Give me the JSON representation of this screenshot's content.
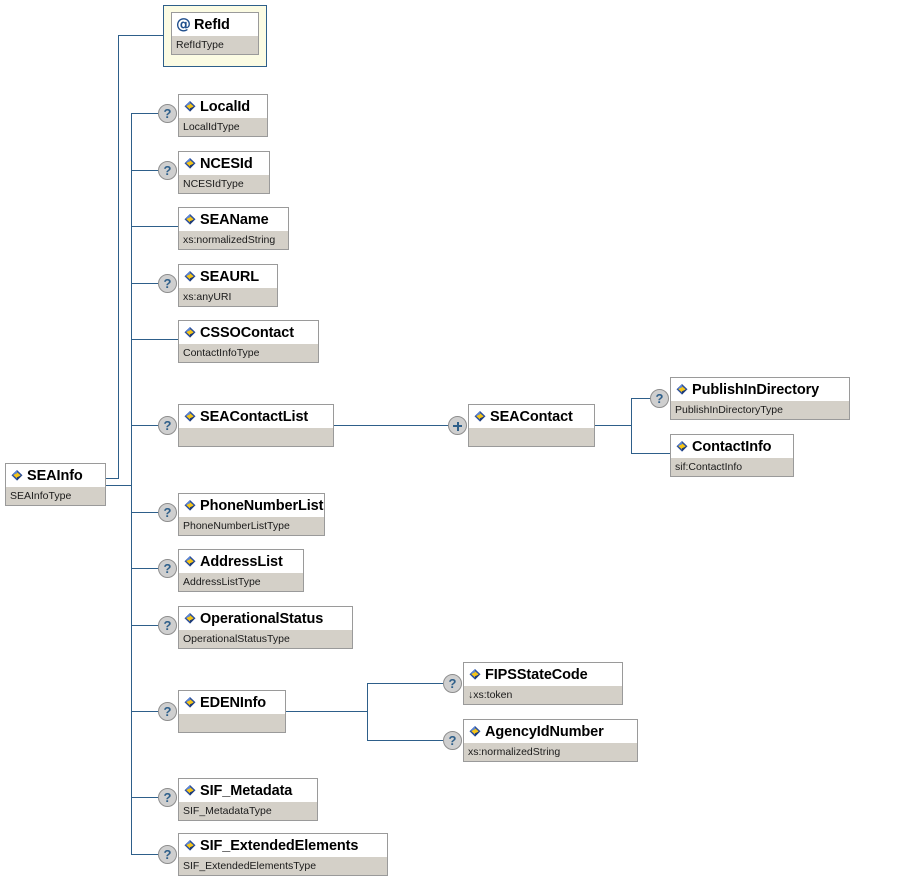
{
  "diagram": {
    "kind": "xml-schema-tree",
    "root": {
      "name": "SEAInfo",
      "type": "SEAInfoType",
      "icon": "element-icon"
    },
    "attributes": [
      {
        "name": "RefId",
        "type": "RefIdType",
        "icon": "attribute-icon",
        "occurrence": ""
      }
    ],
    "elements": [
      {
        "name": "LocalId",
        "type": "LocalIdType",
        "icon": "element-icon",
        "occurrence": "?"
      },
      {
        "name": "NCESId",
        "type": "NCESIdType",
        "icon": "element-icon",
        "occurrence": "?"
      },
      {
        "name": "SEAName",
        "type": "xs:normalizedString",
        "icon": "element-icon",
        "occurrence": ""
      },
      {
        "name": "SEAURL",
        "type": "xs:anyURI",
        "icon": "element-icon",
        "occurrence": "?"
      },
      {
        "name": "CSSOContact",
        "type": "ContactInfoType",
        "icon": "element-icon",
        "occurrence": ""
      },
      {
        "name": "SEAContactList",
        "type": "",
        "icon": "element-icon",
        "occurrence": "?"
      },
      {
        "name": "PhoneNumberList",
        "type": "PhoneNumberListType",
        "icon": "element-icon",
        "occurrence": "?"
      },
      {
        "name": "AddressList",
        "type": "AddressListType",
        "icon": "element-icon",
        "occurrence": "?"
      },
      {
        "name": "OperationalStatus",
        "type": "OperationalStatusType",
        "icon": "element-icon",
        "occurrence": "?"
      },
      {
        "name": "EDENInfo",
        "type": "",
        "icon": "element-icon",
        "occurrence": "?"
      },
      {
        "name": "SIF_Metadata",
        "type": "SIF_MetadataType",
        "icon": "element-icon",
        "occurrence": "?"
      },
      {
        "name": "SIF_ExtendedElements",
        "type": "SIF_ExtendedElementsType",
        "icon": "element-icon",
        "occurrence": "?"
      }
    ],
    "sea_contact": {
      "name": "SEAContact",
      "type": "",
      "icon": "element-icon",
      "expander": "+",
      "children": [
        {
          "name": "PublishInDirectory",
          "type": "PublishInDirectoryType",
          "icon": "element-icon",
          "occurrence": "?"
        },
        {
          "name": "ContactInfo",
          "type": "sif:ContactInfo",
          "icon": "element-icon",
          "occurrence": ""
        }
      ]
    },
    "eden_children": [
      {
        "name": "FIPSStateCode",
        "type": "↓xs:token",
        "icon": "element-icon",
        "occurrence": "?"
      },
      {
        "name": "AgencyIdNumber",
        "type": "xs:normalizedString",
        "icon": "element-icon",
        "occurrence": "?"
      }
    ],
    "colors": {
      "connector": "#2e5f8a",
      "node_border": "#9a9a9a",
      "title_bg": "#ffffff",
      "type_bg": "#d4d0c8",
      "attr_group_bg": "#fbfbe3",
      "attr_group_border": "#2e5f8a",
      "marker_bg": "#cfcfcf",
      "marker_fg": "#2e5f8a",
      "icon_blue": "#2b4f9e",
      "icon_yellow": "#f5c518"
    }
  }
}
